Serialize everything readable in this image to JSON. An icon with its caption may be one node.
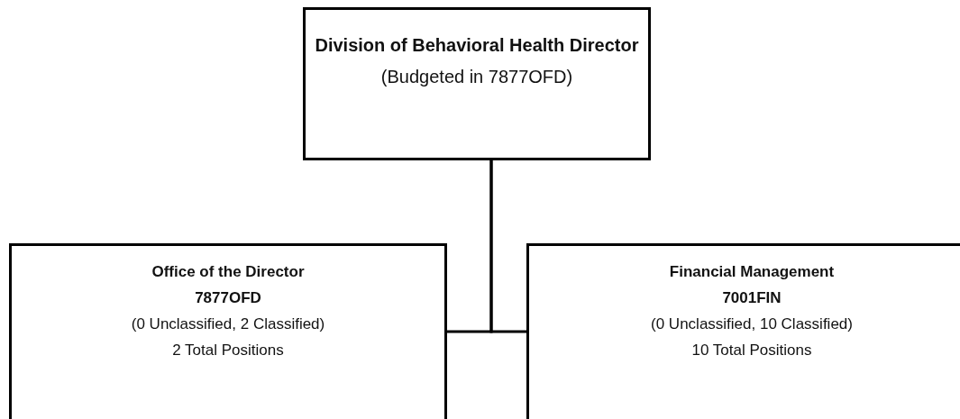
{
  "diagram": {
    "nodes": [
      {
        "text": [
          "Division of Behavioral Health Director",
          "(Budgeted in 7877OFD)"
        ]
      },
      {
        "text": [
          "Office of the Director",
          "7877OFD",
          "(0 Unclassified, 2 Classified)",
          "2 Total Positions"
        ]
      },
      {
        "text": [
          "Financial Management",
          "7001FIN",
          "(0 Unclassified, 10 Classified)",
          "10 Total Positions"
        ]
      }
    ],
    "edges": [
      {
        "from": 0,
        "to": 1,
        "arrow": "none"
      },
      {
        "from": 0,
        "to": 2,
        "arrow": "none"
      }
    ]
  }
}
